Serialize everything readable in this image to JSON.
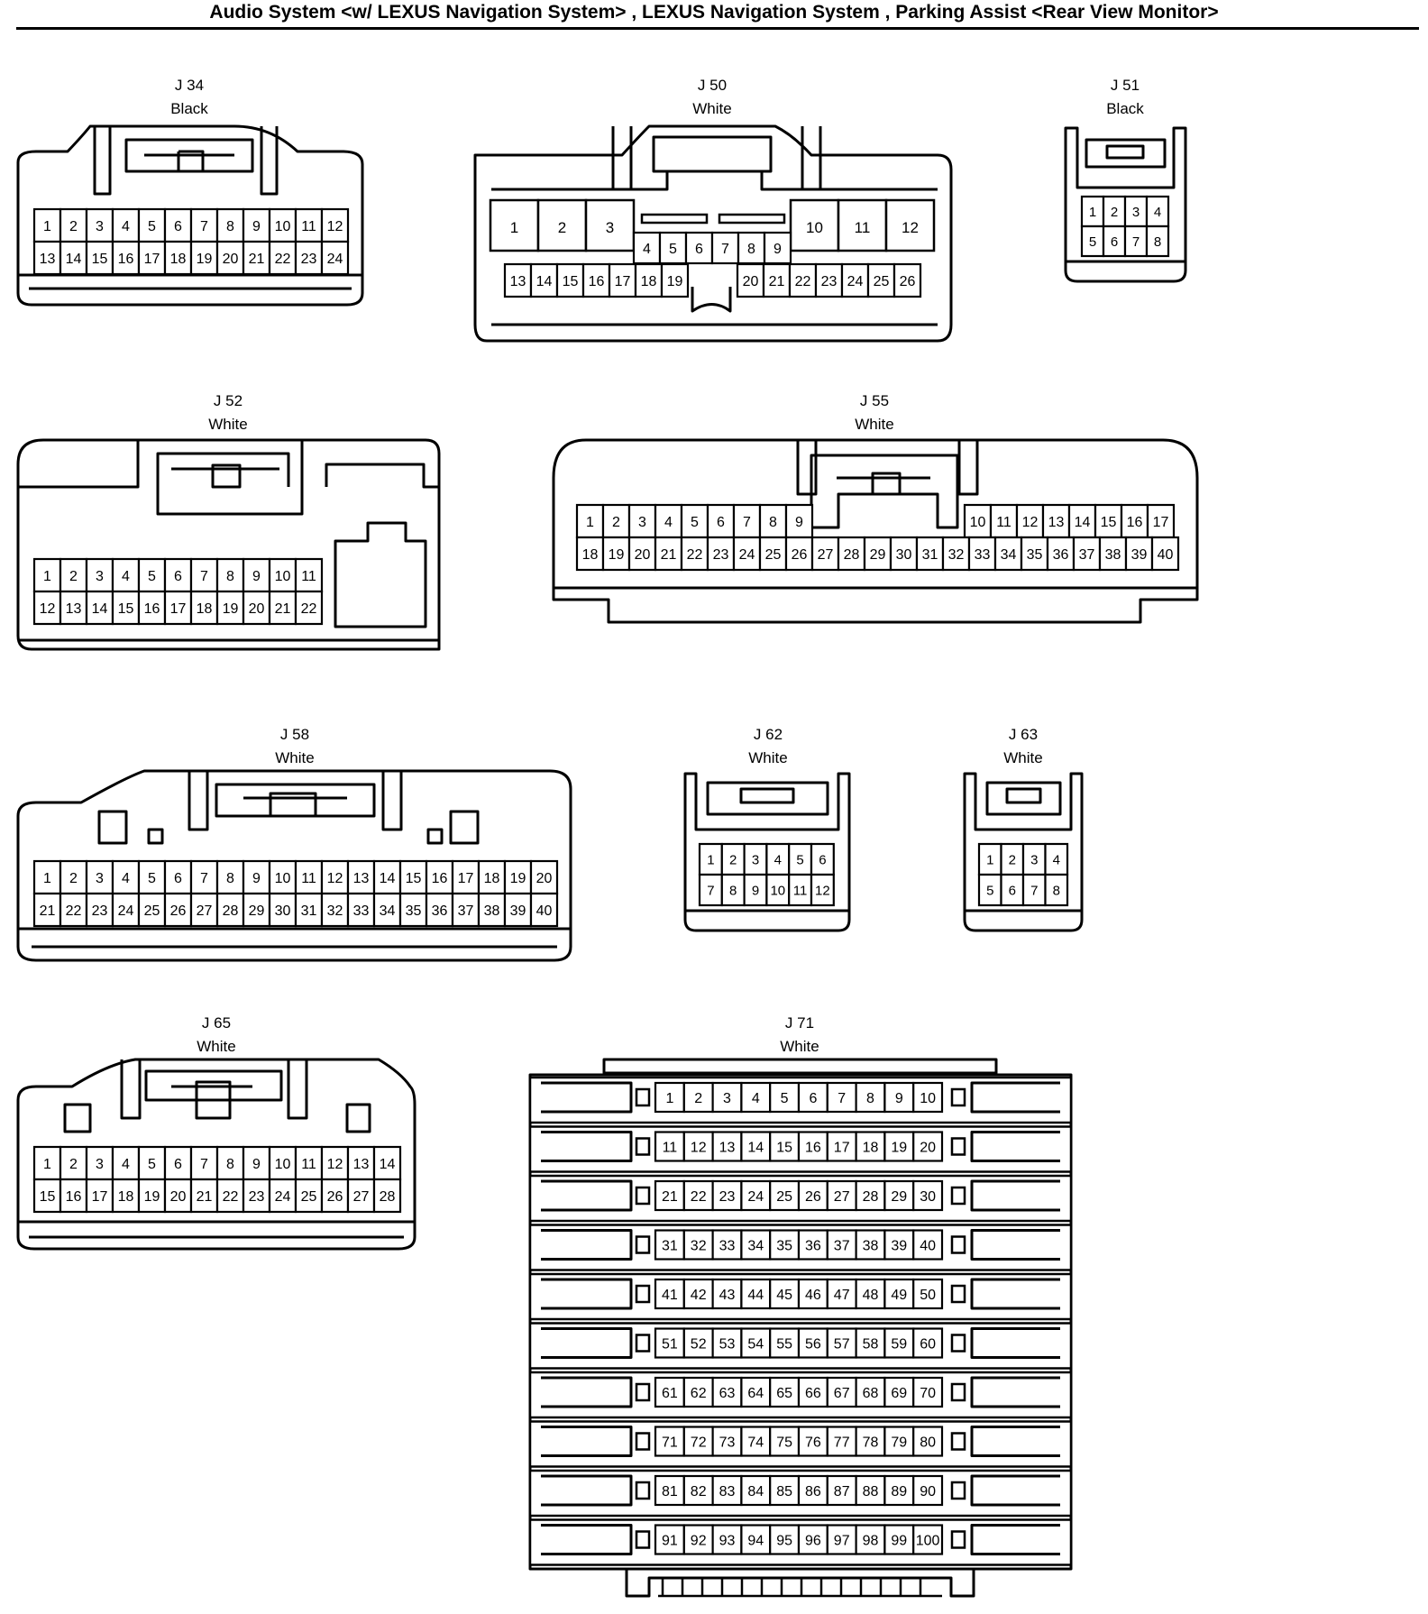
{
  "title": "Audio System <w/ LEXUS Navigation System> , LEXUS Navigation System , Parking Assist <Rear View Monitor>",
  "connectors": [
    {
      "id": "J34",
      "label": "J 34",
      "color": "Black",
      "rows": [
        [
          1,
          2,
          3,
          4,
          5,
          6,
          7,
          8,
          9,
          10,
          11,
          12
        ],
        [
          13,
          14,
          15,
          16,
          17,
          18,
          19,
          20,
          21,
          22,
          23,
          24
        ]
      ]
    },
    {
      "id": "J50",
      "label": "J 50",
      "color": "White",
      "rows": [
        [
          1,
          2,
          3,
          10,
          11,
          12
        ],
        [
          4,
          5,
          6,
          7,
          8,
          9
        ],
        [
          13,
          14,
          15,
          16,
          17,
          18,
          19,
          20,
          21,
          22,
          23,
          24,
          25,
          26
        ]
      ]
    },
    {
      "id": "J51",
      "label": "J 51",
      "color": "Black",
      "rows": [
        [
          1,
          2,
          3,
          4
        ],
        [
          5,
          6,
          7,
          8
        ]
      ]
    },
    {
      "id": "J52",
      "label": "J 52",
      "color": "White",
      "rows": [
        [
          1,
          2,
          3,
          4,
          5,
          6,
          7,
          8,
          9,
          10,
          11
        ],
        [
          12,
          13,
          14,
          15,
          16,
          17,
          18,
          19,
          20,
          21,
          22
        ]
      ]
    },
    {
      "id": "J55",
      "label": "J 55",
      "color": "White",
      "rows": [
        [
          1,
          2,
          3,
          4,
          5,
          6,
          7,
          8,
          9,
          10,
          11,
          12,
          13,
          14,
          15,
          16,
          17
        ],
        [
          18,
          19,
          20,
          21,
          22,
          23,
          24,
          25,
          26,
          27,
          28,
          29,
          30,
          31,
          32,
          33,
          34,
          35,
          36,
          37,
          38,
          39,
          40
        ]
      ]
    },
    {
      "id": "J58",
      "label": "J 58",
      "color": "White",
      "rows": [
        [
          1,
          2,
          3,
          4,
          5,
          6,
          7,
          8,
          9,
          10,
          11,
          12,
          13,
          14,
          15,
          16,
          17,
          18,
          19,
          20
        ],
        [
          21,
          22,
          23,
          24,
          25,
          26,
          27,
          28,
          29,
          30,
          31,
          32,
          33,
          34,
          35,
          36,
          37,
          38,
          39,
          40
        ]
      ]
    },
    {
      "id": "J62",
      "label": "J 62",
      "color": "White",
      "rows": [
        [
          1,
          2,
          3,
          4,
          5,
          6
        ],
        [
          7,
          8,
          9,
          10,
          11,
          12
        ]
      ]
    },
    {
      "id": "J63",
      "label": "J 63",
      "color": "White",
      "rows": [
        [
          1,
          2,
          3,
          4
        ],
        [
          5,
          6,
          7,
          8
        ]
      ]
    },
    {
      "id": "J65",
      "label": "J 65",
      "color": "White",
      "rows": [
        [
          1,
          2,
          3,
          4,
          5,
          6,
          7,
          8,
          9,
          10,
          11,
          12,
          13,
          14
        ],
        [
          15,
          16,
          17,
          18,
          19,
          20,
          21,
          22,
          23,
          24,
          25,
          26,
          27,
          28
        ]
      ]
    },
    {
      "id": "J71",
      "label": "J 71",
      "color": "White",
      "rows": [
        [
          1,
          2,
          3,
          4,
          5,
          6,
          7,
          8,
          9,
          10
        ],
        [
          11,
          12,
          13,
          14,
          15,
          16,
          17,
          18,
          19,
          20
        ],
        [
          21,
          22,
          23,
          24,
          25,
          26,
          27,
          28,
          29,
          30
        ],
        [
          31,
          32,
          33,
          34,
          35,
          36,
          37,
          38,
          39,
          40
        ],
        [
          41,
          42,
          43,
          44,
          45,
          46,
          47,
          48,
          49,
          50
        ],
        [
          51,
          52,
          53,
          54,
          55,
          56,
          57,
          58,
          59,
          60
        ],
        [
          61,
          62,
          63,
          64,
          65,
          66,
          67,
          68,
          69,
          70
        ],
        [
          71,
          72,
          73,
          74,
          75,
          76,
          77,
          78,
          79,
          80
        ],
        [
          81,
          82,
          83,
          84,
          85,
          86,
          87,
          88,
          89,
          90
        ],
        [
          91,
          92,
          93,
          94,
          95,
          96,
          97,
          98,
          99,
          100
        ]
      ]
    }
  ]
}
